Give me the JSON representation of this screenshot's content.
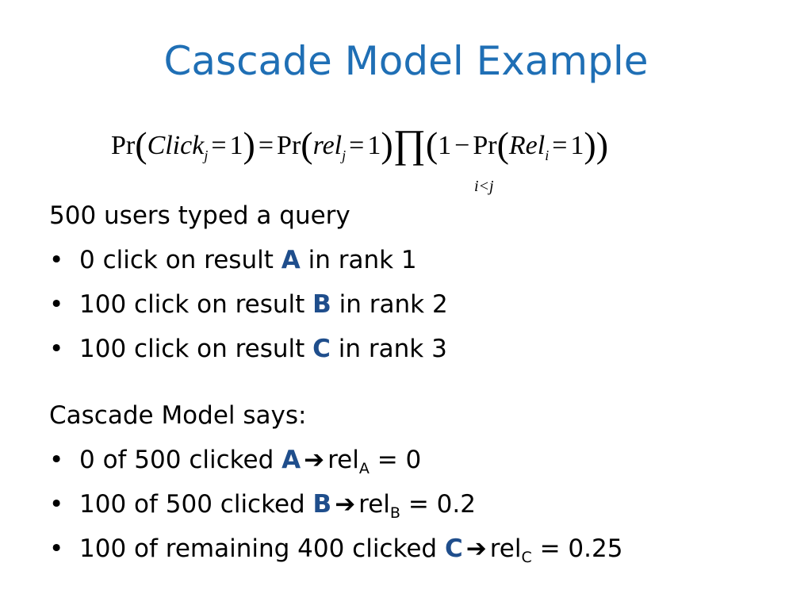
{
  "title": "Cascade Model Example",
  "formula": {
    "pr": "Pr",
    "lparen": "(",
    "rparen": ")",
    "click": "Click",
    "j": "j",
    "eq": "=",
    "one": "1",
    "rel": "rel",
    "prod": "∏",
    "minus": "−",
    "Rel": "Rel",
    "i": "i",
    "prod_sub": "i<j"
  },
  "section1": {
    "heading": "500 users typed a query",
    "items": [
      {
        "pre": "0 click on result ",
        "doc": "A",
        "post": " in rank 1"
      },
      {
        "pre": "100 click on result ",
        "doc": "B",
        "post": " in rank 2"
      },
      {
        "pre": "100 click on result ",
        "doc": "C",
        "post": " in rank 3"
      }
    ]
  },
  "section2": {
    "heading": "Cascade Model says:",
    "items": [
      {
        "pre": "0 of 500 clicked ",
        "doc": "A",
        "arrow": "➔",
        "rel": "rel",
        "sub": "A",
        "post": " = 0"
      },
      {
        "pre": "100 of 500 clicked ",
        "doc": "B",
        "arrow": "➔",
        "rel": "rel",
        "sub": "B",
        "post": " = 0.2"
      },
      {
        "pre": "100 of remaining 400 clicked ",
        "doc": "C",
        "arrow": "➔",
        "rel": "rel",
        "sub": "C",
        "post": " = 0.25"
      }
    ]
  },
  "bullet_char": "•",
  "colors": {
    "title": "#1F6FB5",
    "accent": "#1F4E8C"
  }
}
